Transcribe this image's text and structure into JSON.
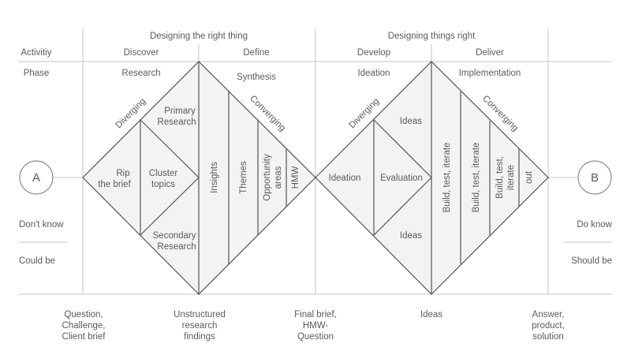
{
  "phases_top": {
    "left": "Designing the right thing",
    "right": "Designing things right"
  },
  "row_labels": {
    "activity": "Activitiy",
    "phase": "Phase"
  },
  "activities": {
    "discover": "Discover",
    "define": "Define",
    "develop": "Develop",
    "deliver": "Deliver"
  },
  "phases": {
    "research": "Research",
    "synthesis": "Synthesis",
    "ideation": "Ideation",
    "implementation": "Implementation"
  },
  "start": {
    "circle": "A",
    "dont_know": "Don't know",
    "could_be": "Could be"
  },
  "end": {
    "circle": "B",
    "do_know": "Do know",
    "should_be": "Should be"
  },
  "diamond1": {
    "diverging": "Diverging",
    "converging": "Converging",
    "rip_line1": "Rip",
    "rip_line2": "the brief",
    "primary_line1": "Primary",
    "primary_line2": "Research",
    "cluster_line1": "Cluster",
    "cluster_line2": "topics",
    "secondary_line1": "Secondary",
    "secondary_line2": "Research",
    "insights": "Insights",
    "themes": "Themes",
    "opportunity_line1": "Opportunity",
    "opportunity_line2": "areas",
    "hmw": "HMW"
  },
  "diamond2": {
    "diverging": "Diverging",
    "converging": "Converging",
    "ideation": "Ideation",
    "ideas_top": "Ideas",
    "evaluation": "Evaluation",
    "ideas_bottom": "Ideas",
    "build1": "Build, test, iterate",
    "build2": "Build, test, iterate",
    "build3_line1": "Build, test,",
    "build3_line2": "iterate",
    "out": "out"
  },
  "outputs": {
    "question": [
      "Question,",
      "Challenge,",
      "Client brief"
    ],
    "unstructured": [
      "Unstructured",
      "research",
      "findings"
    ],
    "final_brief": [
      "Final brief,",
      "HMW-",
      "Question"
    ],
    "ideas": [
      "Ideas"
    ],
    "answer": [
      "Answer,",
      "product,",
      "solution"
    ]
  }
}
